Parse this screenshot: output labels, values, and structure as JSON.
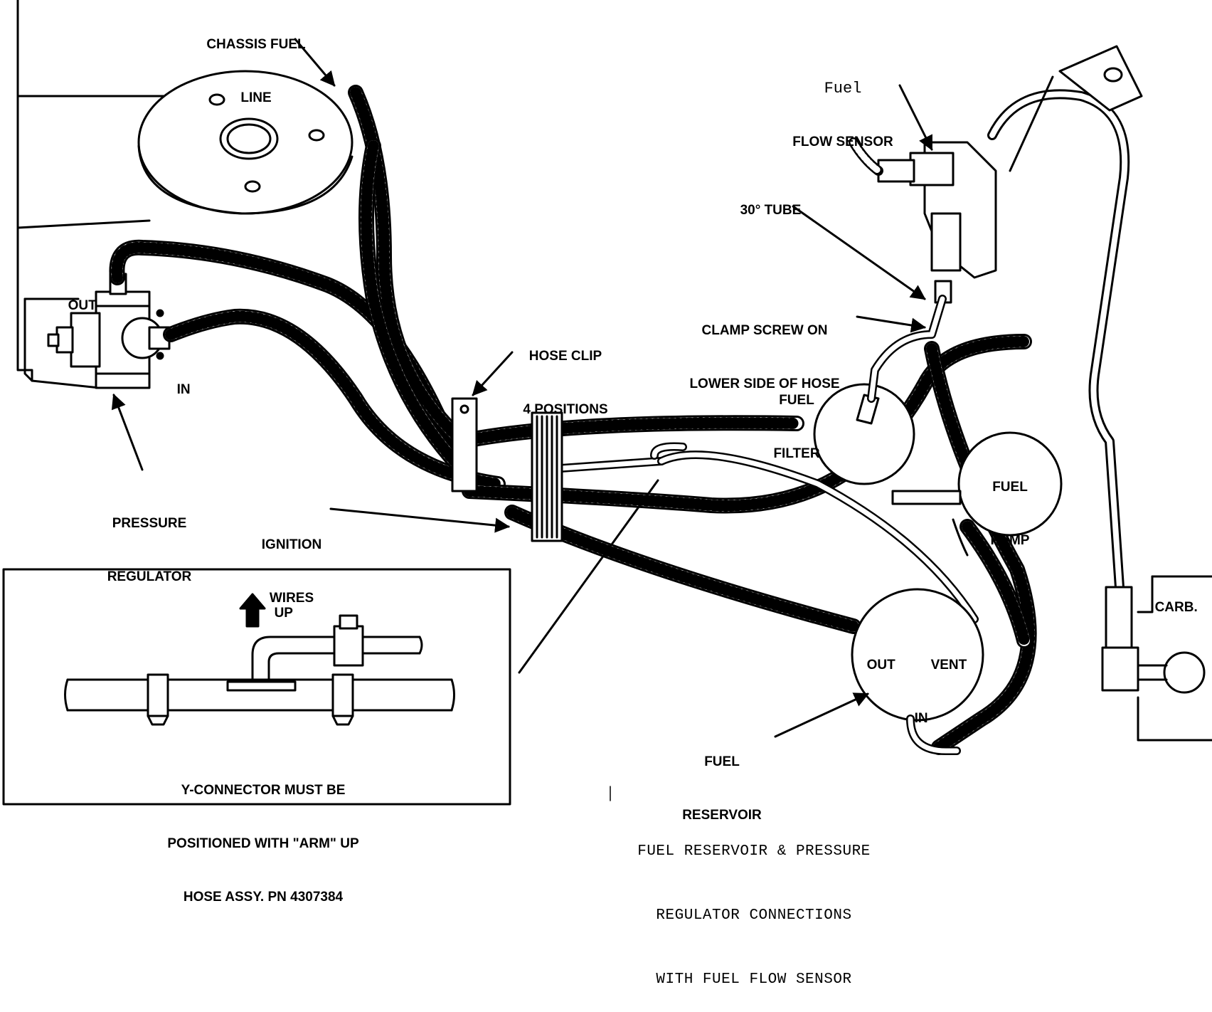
{
  "labels": {
    "chassis_fuel_line": [
      "CHASSIS FUEL",
      "LINE"
    ],
    "fuel_flow_sensor": [
      "Fuel",
      "FLOW SENSOR"
    ],
    "tube_30": "30° TUBE",
    "clamp_screw": [
      "CLAMP SCREW ON",
      "LOWER SIDE OF HOSE"
    ],
    "hose_clip": [
      "HOSE CLIP",
      "4 POSITIONS"
    ],
    "out_top": "OUT",
    "in_reg": "IN",
    "pressure_regulator": [
      "PRESSURE",
      "REGULATOR"
    ],
    "ignition_wires": [
      "IGNITION",
      "WIRES"
    ],
    "fuel_filter": [
      "FUEL",
      "FILTER"
    ],
    "fuel_pump": [
      "FUEL",
      "PUMP"
    ],
    "carb": "CARB.",
    "res_out": "OUT",
    "res_vent": "VENT",
    "res_in": "IN",
    "fuel_reservoir": [
      "FUEL",
      "RESERVOIR"
    ],
    "inset_up": "UP",
    "inset_note": [
      "Y-CONNECTOR MUST BE",
      "POSITIONED WITH \"ARM\" UP",
      "HOSE ASSY. PN 4307384"
    ],
    "caption": [
      "FUEL RESERVOIR & PRESSURE",
      "REGULATOR CONNECTIONS",
      "WITH FUEL FLOW SENSOR"
    ]
  },
  "colors": {
    "ink": "#000000",
    "paper": "#ffffff"
  }
}
